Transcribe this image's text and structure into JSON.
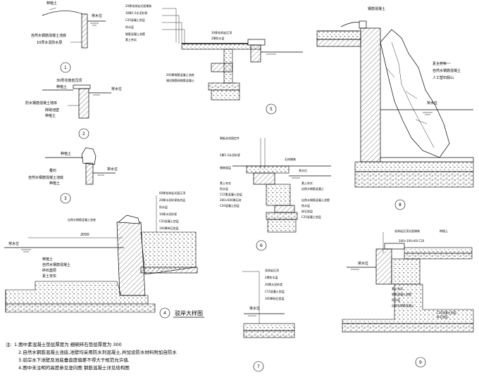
{
  "details": [
    {
      "id": "d1",
      "number": "1",
      "labels": [
        "种植土",
        "常水位",
        "自然水钢筋混凝土池底",
        "10厚水泥防水层"
      ]
    },
    {
      "id": "d2",
      "number": "2",
      "labels": [
        "30厚花岗岩压顶",
        "种植土",
        "常水位",
        "防水钢筋混凝土墙体",
        "砖砌池壁",
        "种植土"
      ]
    },
    {
      "id": "d3",
      "number": "3",
      "labels": [
        "种植土",
        "叠石",
        "常水位",
        "自然水钢筋混凝土池底",
        "种植土"
      ]
    },
    {
      "id": "d4",
      "number": "4",
      "title": "驳岸大样图",
      "labels": [
        "常水位",
        "2000",
        "自然水钢筋混凝土池底",
        "种植土",
        "自然水钢筋混凝土",
        "碎石垫层",
        "素土夯实"
      ],
      "callouts": [
        "60厚花岗岩光面压顶",
        "20厚水泥砂浆结合层",
        "防水层",
        "10厚水泥砂浆",
        "C20混凝土垫层",
        "100厚碎石垫层"
      ]
    },
    {
      "id": "d5",
      "number": "5",
      "labels": [
        "20厚花岗岩光面铺装",
        "30厚1:3水泥砂浆",
        "C20混凝土垫层",
        "防水层",
        "钢筋混凝土池壁",
        "素土夯实"
      ],
      "callouts": [
        "30厚花岗岩压顶",
        "2厚防水层",
        "200厚钢筋混凝土池底",
        "铺设钢筋网钢筋混凝土"
      ]
    },
    {
      "id": "d6",
      "number": "6",
      "labels": [
        "钢板花池固定件",
        "2厚1:3水泥砂浆",
        "铺装面层",
        "石材铺装",
        "常水位",
        "素土夯实",
        "防水层",
        "C15素混凝土垫层",
        "300×600厚石材",
        "C20混凝土垫层"
      ],
      "callouts": [
        "素土夯实",
        "自然水钢筋混凝土",
        "自然水钢筋混凝土池壁",
        "防水层",
        "碎石垫层",
        "C20混凝土垫层"
      ]
    },
    {
      "id": "d7",
      "number": "7",
      "labels": [
        "花岗岩压顶",
        "2厚防水层",
        "20厚水泥砂浆",
        "C15混凝土垫层",
        "100厚碎石垫层",
        "常水位"
      ]
    },
    {
      "id": "d8",
      "number": "8",
      "labels": [
        "钢筋混凝土",
        "常水位",
        "素土夯实",
        "自然水钢筋混凝土",
        "人工塑石假山"
      ]
    },
    {
      "id": "d9",
      "number": "9",
      "labels": [
        "花岗岩压顶光面铺装",
        "200×100×60 C20",
        "种植土",
        "常水位",
        "素土夯实",
        "钢筋混凝土池壁",
        "防水层",
        "自然水钢筋混凝土",
        "碎石垫层",
        "C20混凝土垫层"
      ]
    }
  ],
  "notes": {
    "lead": "注:",
    "lines": [
      "1.图中素混凝土垫层厚度为      细碗碎石垫层厚度为          300",
      "2.自然水钢筋混凝土池底,池壁均采用防水剂混凝土,并加设防水材料附加自防水",
      "3.驳岸水下池壁及池底垂直度偏差不得大于规范允许值.",
      "4.图中未注明的高度参见竖向图 钢筋混凝土详见结构图"
    ]
  }
}
